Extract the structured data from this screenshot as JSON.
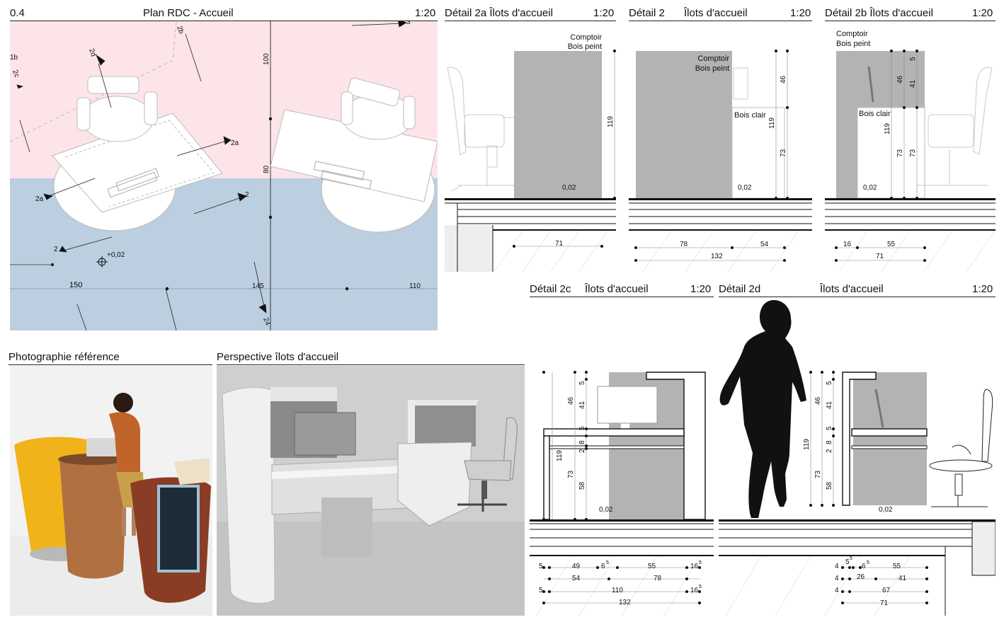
{
  "plan": {
    "number": "0.4",
    "title": "Plan RDC - Accueil",
    "scale": "1:20",
    "dims": {
      "d100": "100",
      "d80": "80",
      "d150": "150",
      "d145": "145",
      "d110": "110",
      "level": "+0,02"
    },
    "marks": {
      "m2a_1": "2a",
      "m2a_2": "2a",
      "m2_1": "2",
      "m2_2": "2",
      "m2b": "2b",
      "m2c": "2c",
      "m2d": "2d",
      "m1b": "1b",
      "m3": "3",
      "m24": "24"
    }
  },
  "detail_2a": {
    "title": "Détail 2a Îlots d'accueil",
    "scale": "1:20",
    "label_top": "Comptoir",
    "label_bot": "Bois peint",
    "h119": "119",
    "level": "0,02",
    "w71": "71"
  },
  "detail_2": {
    "title": "Détail 2",
    "subtitle": "Îlots d'accueil",
    "scale": "1:20",
    "label_top": "Comptoir",
    "label_bot": "Bois peint",
    "label_clair": "Bois clair",
    "h46": "46",
    "h119": "119",
    "h73": "73",
    "level": "0,02",
    "w78": "78",
    "w54": "54",
    "w132": "132"
  },
  "detail_2b": {
    "title": "Détail 2b Îlots d'accueil",
    "scale": "1:20",
    "label_top": "Comptoir",
    "label_bot": "Bois peint",
    "label_clair": "Bois clair",
    "h5": "5",
    "h46": "46",
    "h41": "41",
    "h119": "119",
    "h73a": "73",
    "h73b": "73",
    "level": "0,02",
    "w16": "16",
    "w55": "55",
    "w71": "71"
  },
  "detail_2c": {
    "title": "Détail 2c",
    "subtitle": "Îlots d'accueil",
    "scale": "1:20",
    "heights": {
      "h5a": "5",
      "h46": "46",
      "h41": "41",
      "h5b": "5",
      "h8": "8",
      "h2": "2",
      "h119": "119",
      "h73": "73",
      "h58": "58"
    },
    "level": "0,02",
    "row1": {
      "a": "5",
      "b": "49",
      "c": "6",
      "c_sup": "5",
      "d": "55",
      "e": "16",
      "e_sup": "5"
    },
    "row2": {
      "a": "54",
      "b": "78"
    },
    "row3": {
      "a": "5",
      "b": "110",
      "c": "16",
      "c_sup": "5"
    },
    "row4": {
      "a": "132"
    }
  },
  "detail_2d": {
    "title": "Détail 2d",
    "subtitle": "Îlots d'accueil",
    "scale": "1:20",
    "heights": {
      "h5a": "5",
      "h46": "46",
      "h41": "41",
      "h5b": "5",
      "h8": "8",
      "h2": "2",
      "h119": "119",
      "h73": "73",
      "h58": "58"
    },
    "level": "0,02",
    "row1": {
      "a": "4",
      "b": "5",
      "b_sup": "5",
      "c": "6",
      "c_sup": "5",
      "d": "55"
    },
    "row2": {
      "a": "4",
      "b": "26",
      "c": "41"
    },
    "row3": {
      "a": "4",
      "b": "67"
    },
    "row4": {
      "a": "71"
    }
  },
  "photo": {
    "title": "Photographie référence"
  },
  "perspective": {
    "title": "Perspective îlots d'accueil"
  },
  "colors": {
    "zone_pink": "#fde4e8",
    "zone_blue": "#bccfe0",
    "counter_grey": "#b3b3b3",
    "render_bg": "#cfcfcf",
    "photo_bg": "#f2f2f2"
  }
}
